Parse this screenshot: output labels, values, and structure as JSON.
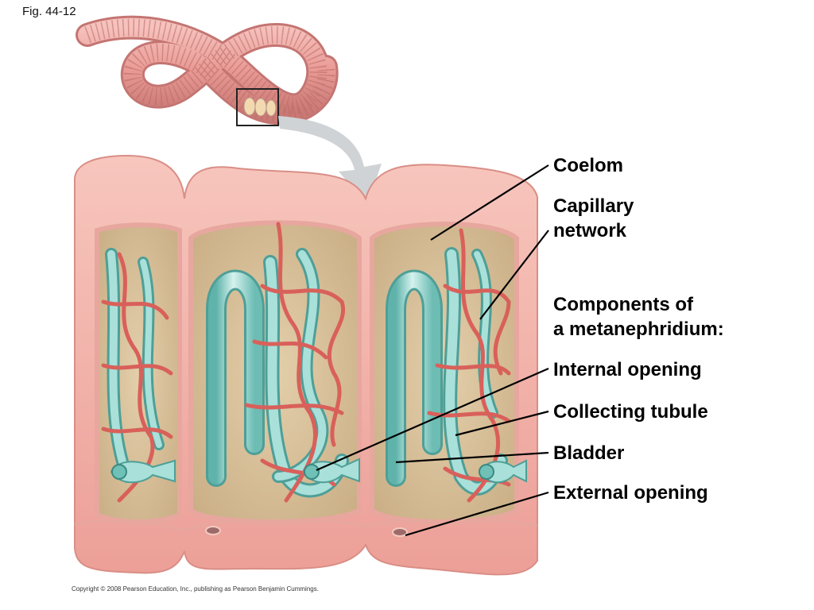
{
  "figure_label": "Fig. 44-12",
  "labels": {
    "coelom": "Coelom",
    "capillary_network": [
      "Capillary",
      "network"
    ],
    "components_header": [
      "Components of",
      "a metanephridium:"
    ],
    "internal_opening": "Internal opening",
    "collecting_tubule": "Collecting tubule",
    "bladder": "Bladder",
    "external_opening": "External opening"
  },
  "copyright": "Copyright © 2008 Pearson Education, Inc., publishing as Pearson Benjamin Cummings.",
  "colors": {
    "body_wall": "#f2b3aa",
    "body_wall_dark": "#d98e86",
    "coelom_fluid": "#d7c09a",
    "tubule": "#8fd0c9",
    "tubule_light": "#cdeeea",
    "capillary": "#e8706a",
    "worm": "#ec9c98",
    "arrow": "#cfd3d6"
  }
}
